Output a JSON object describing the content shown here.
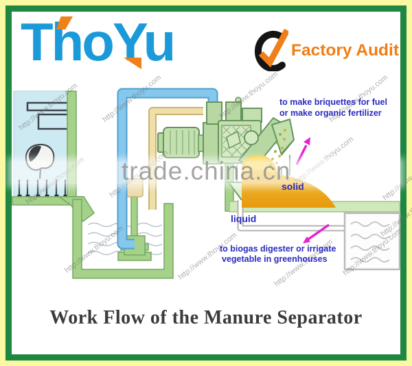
{
  "header": {
    "logo_text": "ThoYu",
    "audit_label": "Factory Audit"
  },
  "title": "Work Flow of the Manure Separator",
  "watermark": {
    "diagonal_text": "http://www.thoyu.com",
    "band_text": "trade.china.cn"
  },
  "annotations": {
    "solid_note_line1": "to make briquettes for fuel",
    "solid_note_line2": "or make organic fertilizer",
    "solid_label": "solid",
    "liquid_label": "liquid",
    "liquid_note_line1": "to biogas digester or irrigate",
    "liquid_note_line2": "vegetable in greenhouses"
  },
  "colors": {
    "frame_yellow": "#f9f9a2",
    "frame_green": "#1e8742",
    "logo_blue": "#1a9ad8",
    "logo_orange": "#f08018",
    "audit_orange": "#f07d15",
    "annotation_blue": "#2a2ac1",
    "arrow_magenta": "#e71fd0",
    "solid_gold": "#eca614",
    "pipe_blue": "#85c8ec",
    "pipe_tan": "#efdfa9",
    "machine_green": "#c3e0af"
  }
}
